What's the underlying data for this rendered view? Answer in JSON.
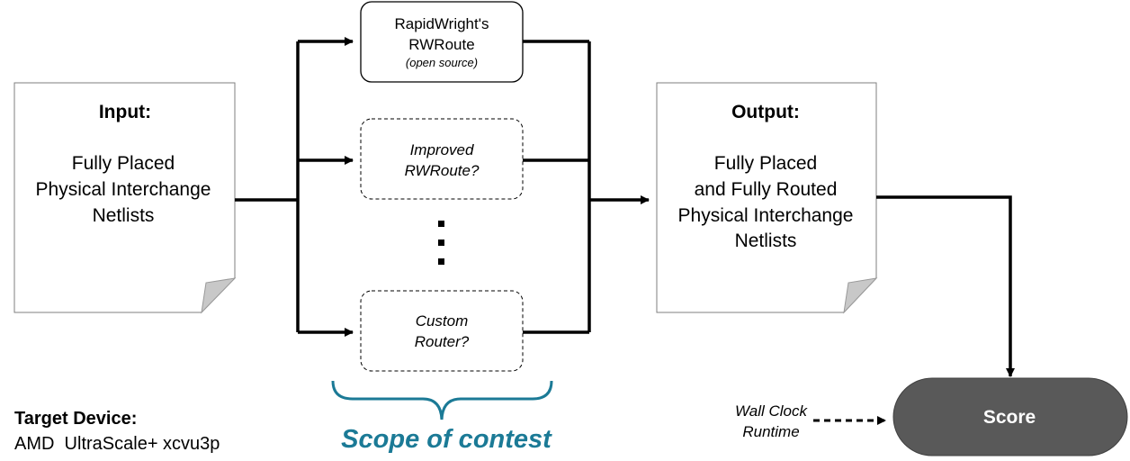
{
  "input_doc": {
    "heading": "Input:",
    "lines": [
      "Fully Placed",
      "Physical Interchange",
      "Netlists"
    ]
  },
  "routers": [
    {
      "lines": [
        "RapidWright's",
        "RWRoute"
      ],
      "note": "(open source)"
    },
    {
      "lines": [
        "Improved",
        "RWRoute?"
      ]
    },
    {
      "lines": [
        "Custom",
        "Router?"
      ]
    }
  ],
  "ellipsis_dots": 3,
  "output_doc": {
    "heading": "Output:",
    "lines": [
      "Fully Placed",
      "and Fully Routed",
      "Physical Interchange",
      "Netlists"
    ]
  },
  "scope_label": "Scope of contest",
  "score": {
    "label": "Score",
    "extra_input": [
      "Wall Clock",
      "Runtime"
    ]
  },
  "target_device": {
    "heading": "Target Device:",
    "value": "AMD  UltraScale+ xcvu3p"
  },
  "colors": {
    "scope_accent": "#1b7a96",
    "score_fill": "#595959",
    "score_text": "#ffffff",
    "document_fold": "#c8c8c8"
  }
}
